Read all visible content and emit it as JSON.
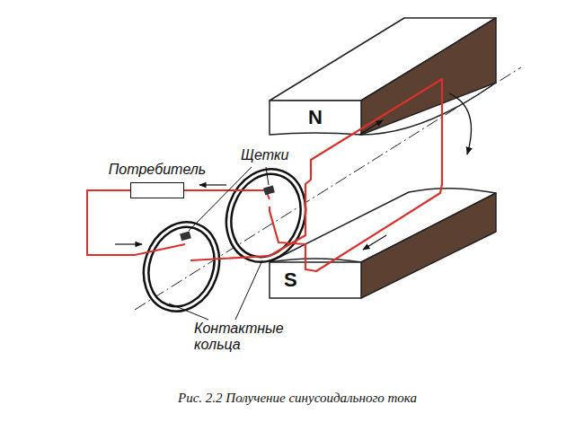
{
  "diagram": {
    "caption": "Рис. 2.2 Получение синусоидального тока",
    "nodes": [
      {
        "text": [
          "N"
        ]
      },
      {
        "text": [
          "Потребитель"
        ]
      },
      {
        "text": [
          "S"
        ]
      }
    ],
    "labels": [
      "Щетки",
      "Контактные кольца"
    ]
  }
}
